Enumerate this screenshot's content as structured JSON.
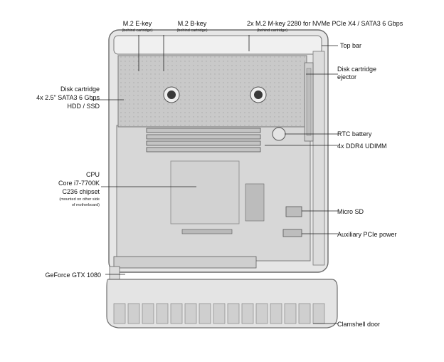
{
  "labels": {
    "m2_ekey": "M.2 E-key",
    "m2_ekey_sub": "(behind cartridge)",
    "m2_bkey": "M.2 B-key",
    "m2_bkey_sub": "(behind cartridge)",
    "m2_mkey": "2x M.2 M-key 2280 for NVMe PCIe X4 / SATA3 6 Gbps",
    "m2_mkey_sub": "(behind cartridge)",
    "top_bar": "Top bar",
    "disk_ejector_1": "Disk cartridge",
    "disk_ejector_2": "ejector",
    "disk_cart_1": "Disk cartridge",
    "disk_cart_2": "4x 2.5\" SATA3 6 Gbps",
    "disk_cart_3": "HDD / SSD",
    "rtc": "RTC battery",
    "ddr4": "4x DDR4 UDIMM",
    "cpu_1": "CPU",
    "cpu_2": "Core i7-7700K",
    "cpu_3": "C236 chipset",
    "cpu_sub_1": "(mounted on other side",
    "cpu_sub_2": "of motherboard)",
    "microsd": "Micro SD",
    "aux_pcie": "Auxiliary PCIe power",
    "gpu": "GeForce GTX 1080",
    "clamshell": "Clamshell door"
  }
}
